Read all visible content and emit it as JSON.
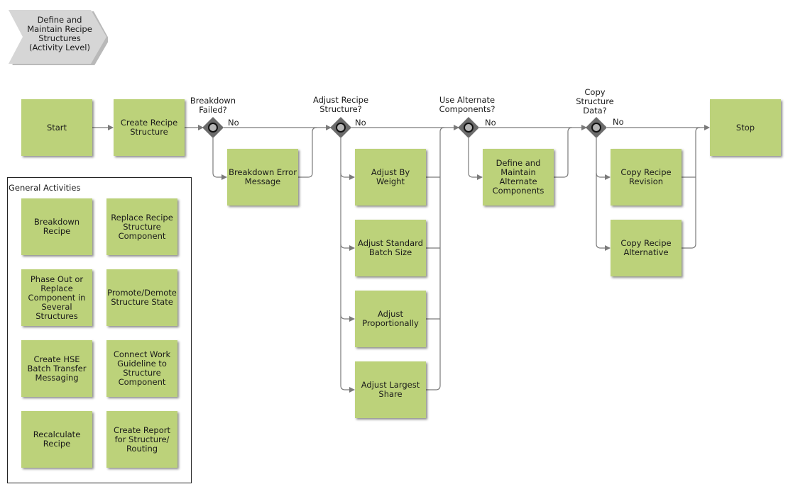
{
  "process_title": "Define and\nMaintain Recipe\nStructures\n(Activity Level)",
  "colors": {
    "activity_fill": "#bcd27a",
    "gateway_fill": "#6b6b6b",
    "connector": "#7a7a7a",
    "chevron_fill": "#d4d4d4"
  },
  "activities": {
    "start": "Start",
    "create": "Create Recipe\nStructure",
    "breakdown_error": "Breakdown Error\nMessage",
    "adjust_weight": "Adjust By\nWeight",
    "adjust_batch": "Adjust Standard\nBatch Size",
    "adjust_prop": "Adjust\nProportionally",
    "adjust_largest": "Adjust Largest\nShare",
    "define_alt": "Define and\nMaintain\nAlternate\nComponents",
    "copy_rev": "Copy Recipe\nRevision",
    "copy_alt": "Copy Recipe\nAlternative",
    "stop": "Stop"
  },
  "gateways": {
    "breakdown": {
      "question": "Breakdown\nFailed?",
      "no_label": "No"
    },
    "adjust": {
      "question": "Adjust Recipe\nStructure?",
      "no_label": "No"
    },
    "alternate": {
      "question": "Use Alternate\nComponents?",
      "no_label": "No"
    },
    "copy": {
      "question": "Copy\nStructure\nData?",
      "no_label": "No"
    }
  },
  "general_activities": {
    "title": "General Activities",
    "items": [
      "Breakdown\nRecipe",
      "Replace Recipe\nStructure\nComponent",
      "Phase Out or\nReplace\nComponent in\nSeveral\nStructures",
      "Promote/Demote\nStructure State",
      "Create HSE\nBatch Transfer\nMessaging",
      "Connect Work\nGuideline to\nStructure\nComponent",
      "Recalculate\nRecipe",
      "Create Report\nfor Structure/\nRouting"
    ]
  }
}
